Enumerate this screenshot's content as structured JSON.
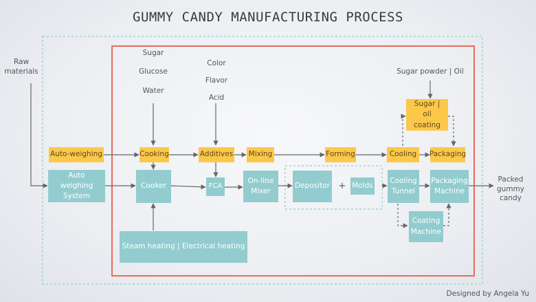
{
  "title": "GUMMY CANDY MANUFACTURING PROCESS",
  "inputs": {
    "raw": "Raw materials",
    "cooking_ingredients": [
      "Sugar",
      "Glucose",
      "Water"
    ],
    "additive_ingredients": [
      "Color",
      "Flavor",
      "Acid"
    ],
    "coating_ingredients": "Sugar powder | Oil",
    "output": "Packed gummy candy"
  },
  "steps": {
    "auto_weighing": "Auto-weighing",
    "cooking": "Cooking",
    "additives": "Additives",
    "mixing": "Mixing",
    "forming": "Forming",
    "cooling": "Cooling",
    "packaging": "Packaging",
    "sugar_oil_coating": "Sugar | oil coating"
  },
  "equipment": {
    "auto_weighing_system": "Auto weighing System",
    "cooker": "Cooker",
    "fca": "FCA",
    "online_mixer": "On-line Mixer",
    "depositor": "Depositor",
    "plus": "+",
    "molds": "Molds",
    "cooling_tunnel": "Cooling Tunnel",
    "packaging_machine": "Packaging Machine",
    "coating_machine": "Coating Machine",
    "heating": "Steam heating | Electrical heating"
  },
  "credit": "Designed by Angela Yu",
  "colors": {
    "step": "#fcc84a",
    "equipment": "#92ccce",
    "frame_red": "#e86a5c",
    "frame_dashed": "#8fcfc9",
    "arrow": "#666666"
  }
}
